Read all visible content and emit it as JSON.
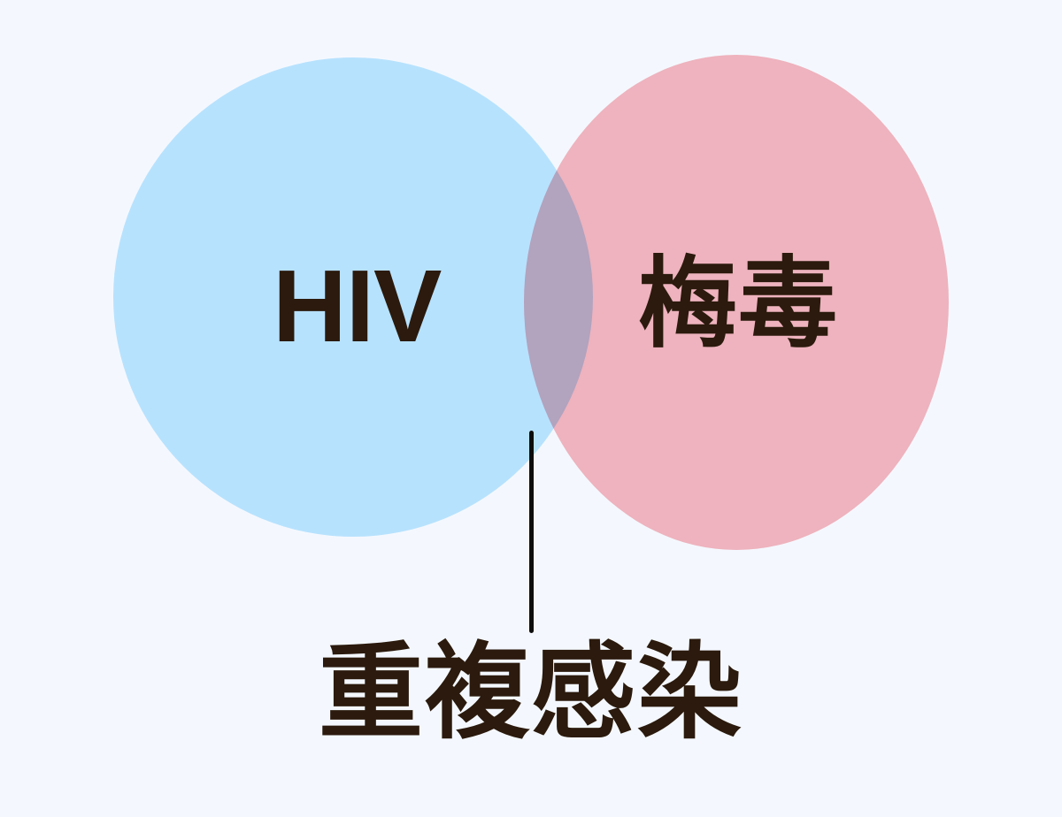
{
  "diagram": {
    "type": "venn-two-set",
    "background_color": "#f4f8fe",
    "text_color": "#2b1a0d",
    "left_set": {
      "label": "HIV",
      "fill_color": "#b7e2fe"
    },
    "right_set": {
      "label": "梅毒",
      "fill_color": "#f9b8bf"
    },
    "intersection": {
      "label": "重複感染",
      "fill_color": "#e3afbc",
      "leader_line_color": "#0d0d0d"
    }
  }
}
